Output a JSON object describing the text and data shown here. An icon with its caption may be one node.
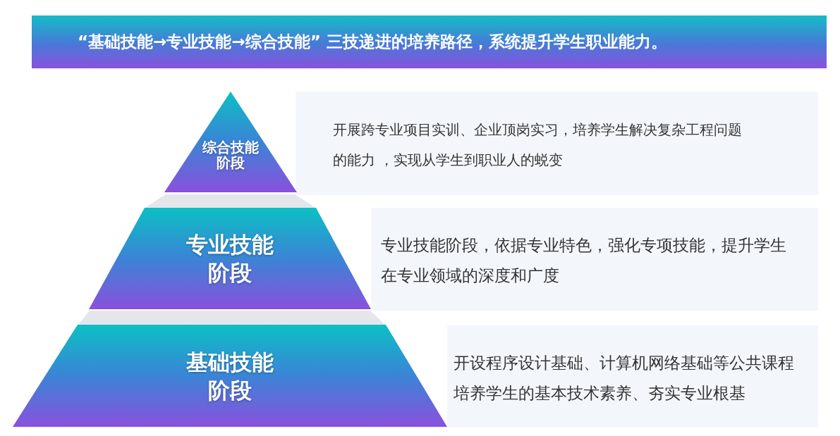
{
  "diagram": {
    "title": "“基础技能→专业技能→综合技能” 三技递进的培养路径，系统提升学生职业能力。",
    "nodes": [
      {
        "text": [
          "综合技能阶段"
        ]
      },
      {
        "text": [
          "开展跨专业项目实训、企业顶岗实习，培养学生解决复杂工程问题的能力 ，实现从学生到职业人的蜕变"
        ]
      },
      {
        "text": [],
        "shape": "band"
      },
      {
        "text": [
          "专业技能阶段"
        ]
      },
      {
        "text": [
          "专业技能阶段，依据专业特色，强化专项技能，提升学生在专业领域的深度和广度"
        ]
      },
      {
        "text": [],
        "shape": "band"
      },
      {
        "text": [
          "基础技能阶段"
        ]
      },
      {
        "text": [
          "开设程序设计基础、计算机网络基础等公共课程培养学生的基本技术素养、夯实专业根基"
        ]
      }
    ]
  }
}
